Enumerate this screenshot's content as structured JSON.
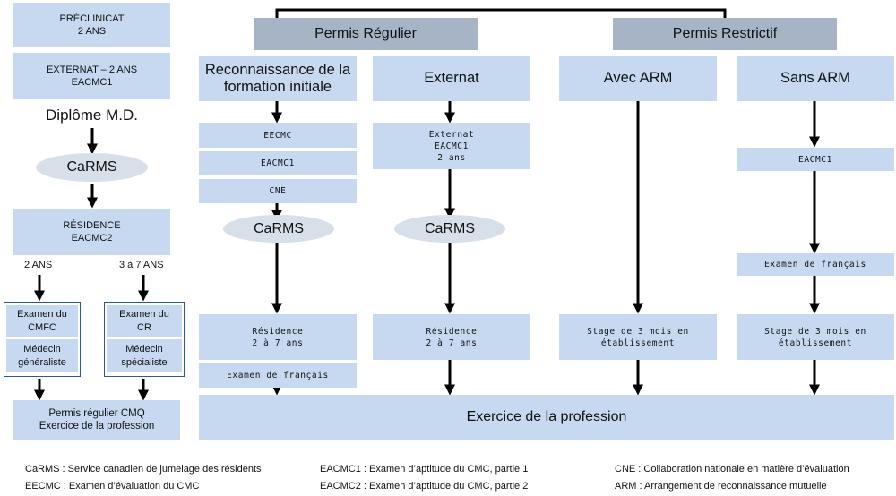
{
  "left": {
    "preclinical": "PRÉCLINICAT\n2 ANS",
    "externat": "EXTERNAT – 2 ANS\nEACMC1",
    "diploma": "Diplôme M.D.",
    "carms": "CaRMS",
    "residence": "RÉSIDENCE\nEACMC2",
    "years_left": "2 ANS",
    "years_right": "3 à 7 ANS",
    "exam_cmfc": "Examen du\nCMFC",
    "medecin_gen": "Médecin\ngénéraliste",
    "exam_cr": "Examen du\nCR",
    "medecin_spec": "Médecin\nspécialiste",
    "permis_cmq": "Permis régulier CMQ\nExercice de la profession"
  },
  "headers": {
    "regulier": "Permis Régulier",
    "restrictif": "Permis Restrictif"
  },
  "columns": {
    "reconnaissance": {
      "title": "Reconnaissance de la\nformation initiale",
      "eecmc": "EECMC",
      "eacmc1": "EACMC1",
      "cne": "CNE",
      "carms": "CaRMS",
      "residence": "Résidence\n2 à 7 ans",
      "examen": "Examen de français"
    },
    "externat": {
      "title": "Externat",
      "detail": "Externat\nEACMC1\n2 ans",
      "carms": "CaRMS",
      "residence": "Résidence\n2 à 7 ans"
    },
    "avec_arm": {
      "title": "Avec ARM",
      "stage": "Stage de 3 mois en\nétablissement"
    },
    "sans_arm": {
      "title": "Sans ARM",
      "eacmc1": "EACMC1",
      "examen": "Examen de français",
      "stage": "Stage de 3 mois en\nétablissement"
    }
  },
  "exercice": "Exercice de la profession",
  "legend": {
    "carms": "CaRMS : Service canadien de jumelage des résidents",
    "eecmc": "EECMC : Examen d’évaluation du CMC",
    "eacmc1": "EACMC1 : Examen d’aptitude du CMC, partie 1",
    "eacmc2": "EACMC2 : Examen d’aptitude du CMC, partie 2",
    "cne": "CNE : Collaboration nationale en matière d’évaluation",
    "arm": "ARM : Arrangement de reconnaissance mutuelle"
  },
  "colors": {
    "box": "#c6d9f0",
    "header": "#a6b4c6",
    "oval": "#d7dfe9",
    "outline": "#2c55a8",
    "arrow": "#000000"
  }
}
